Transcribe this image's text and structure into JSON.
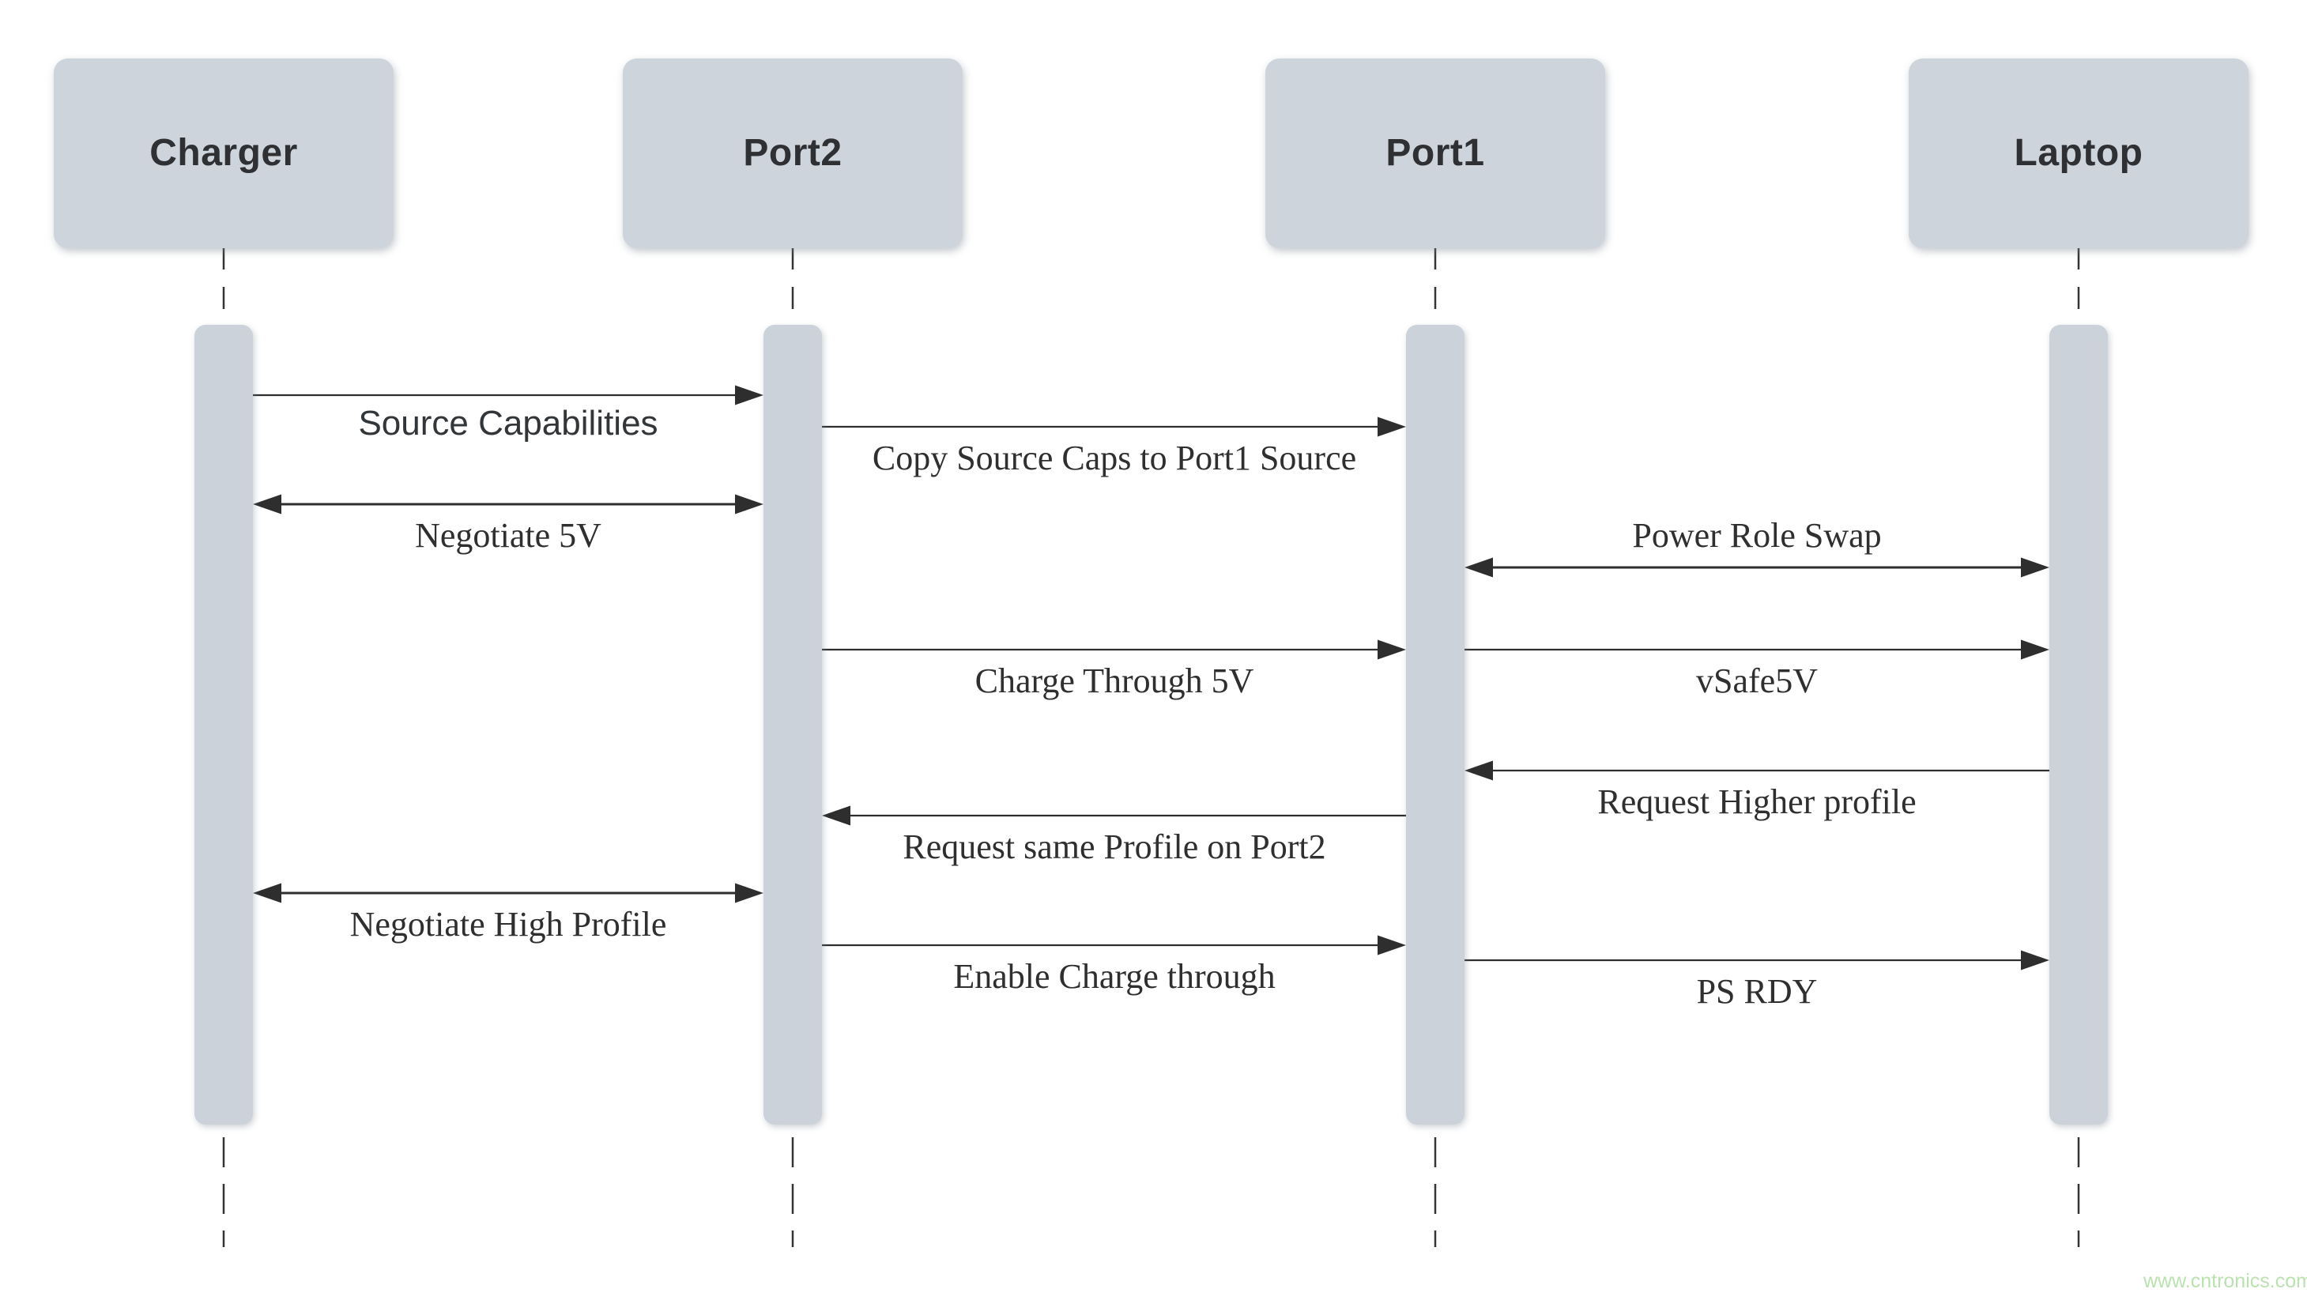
{
  "diagram": {
    "type": "sequence",
    "actors": [
      {
        "id": "charger",
        "label": "Charger"
      },
      {
        "id": "port2",
        "label": "Port2"
      },
      {
        "id": "port1",
        "label": "Port1"
      },
      {
        "id": "laptop",
        "label": "Laptop"
      }
    ],
    "messages": [
      {
        "label": "Source Capabilities",
        "from": "Charger",
        "to": "Port2",
        "arrow": "single-right",
        "label_position": "below"
      },
      {
        "label": "Copy Source Caps to Port1 Source",
        "from": "Port2",
        "to": "Port1",
        "arrow": "single-right",
        "label_position": "below"
      },
      {
        "label": "Negotiate 5V",
        "from": "Charger",
        "to": "Port2",
        "arrow": "double",
        "label_position": "below"
      },
      {
        "label": "Power Role Swap",
        "from": "Port1",
        "to": "Laptop",
        "arrow": "double",
        "label_position": "above"
      },
      {
        "label": "Charge Through 5V",
        "from": "Port2",
        "to": "Port1",
        "arrow": "single-right",
        "label_position": "below"
      },
      {
        "label": "vSafe5V",
        "from": "Port1",
        "to": "Laptop",
        "arrow": "single-right",
        "label_position": "below"
      },
      {
        "label": "Request Higher profile",
        "from": "Laptop",
        "to": "Port1",
        "arrow": "single-left",
        "label_position": "below"
      },
      {
        "label": "Request same Profile on Port2",
        "from": "Port1",
        "to": "Port2",
        "arrow": "single-left",
        "label_position": "below"
      },
      {
        "label": "Negotiate High Profile",
        "from": "Charger",
        "to": "Port2",
        "arrow": "double",
        "label_position": "below"
      },
      {
        "label": "Enable Charge through",
        "from": "Port2",
        "to": "Port1",
        "arrow": "single-right",
        "label_position": "below"
      },
      {
        "label": "PS RDY",
        "from": "Port1",
        "to": "Laptop",
        "arrow": "single-right",
        "label_position": "below"
      }
    ],
    "watermark": "www.cntronics.com",
    "colors": {
      "background": "#ffffff",
      "actor_fill": "#ced4db",
      "activation_fill": "#ccd2d9",
      "line": "#2e2e2e",
      "label_text": "#2f2f2f",
      "title_text": "#2e3033",
      "watermark": "#b9e2ae"
    }
  }
}
